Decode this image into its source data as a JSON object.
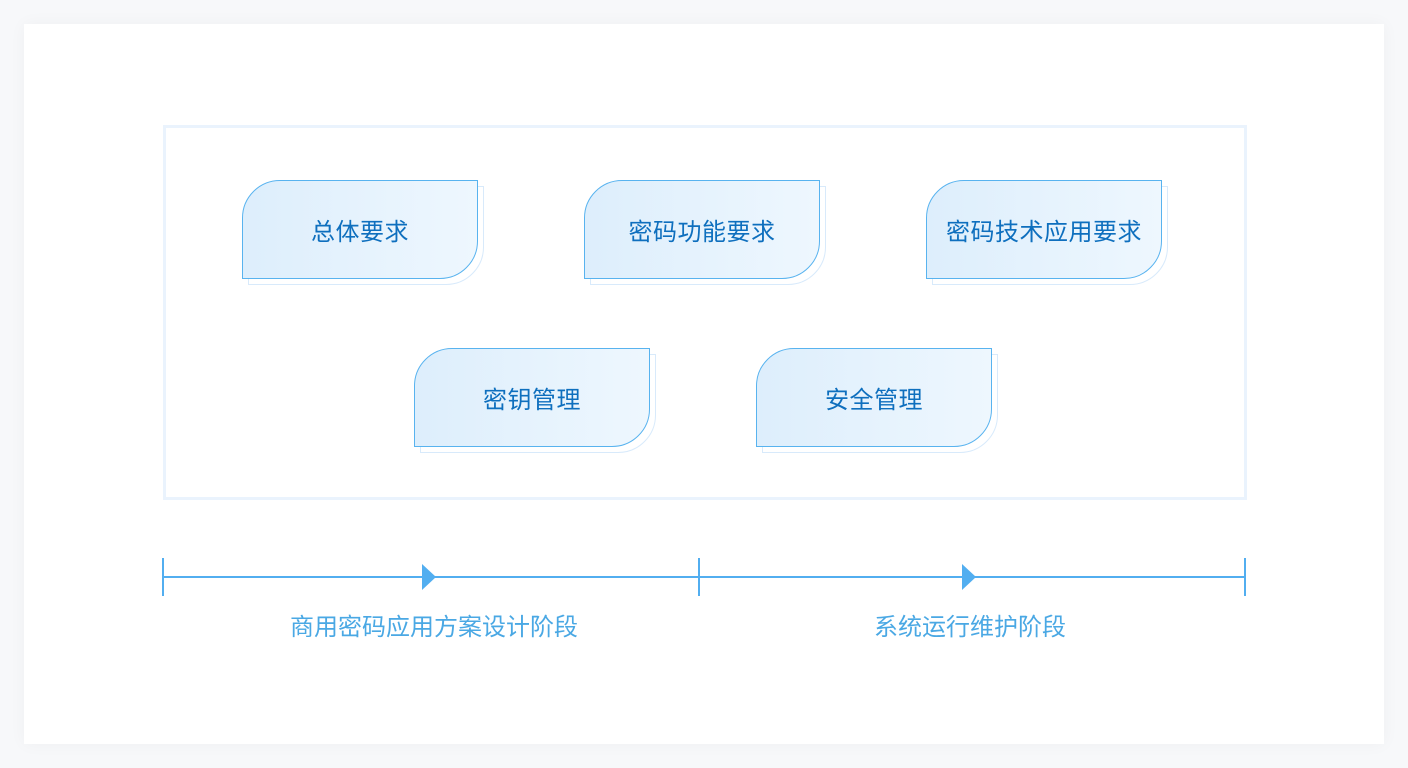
{
  "requirements_row1": [
    {
      "label": "总体要求"
    },
    {
      "label": "密码功能要求"
    },
    {
      "label": "密码技术应用要求"
    }
  ],
  "requirements_row2": [
    {
      "label": "密钥管理"
    },
    {
      "label": "安全管理"
    }
  ],
  "phases": [
    {
      "label": "商用密码应用方案设计阶段"
    },
    {
      "label": "系统运行维护阶段"
    }
  ],
  "colors": {
    "box_border": "#58b3ef",
    "box_fill": "#ddeefc",
    "box_text": "#0e6fbe",
    "timeline": "#52aef0",
    "phase_text": "#4aa8e4",
    "frame_border": "#eaf3fd"
  }
}
